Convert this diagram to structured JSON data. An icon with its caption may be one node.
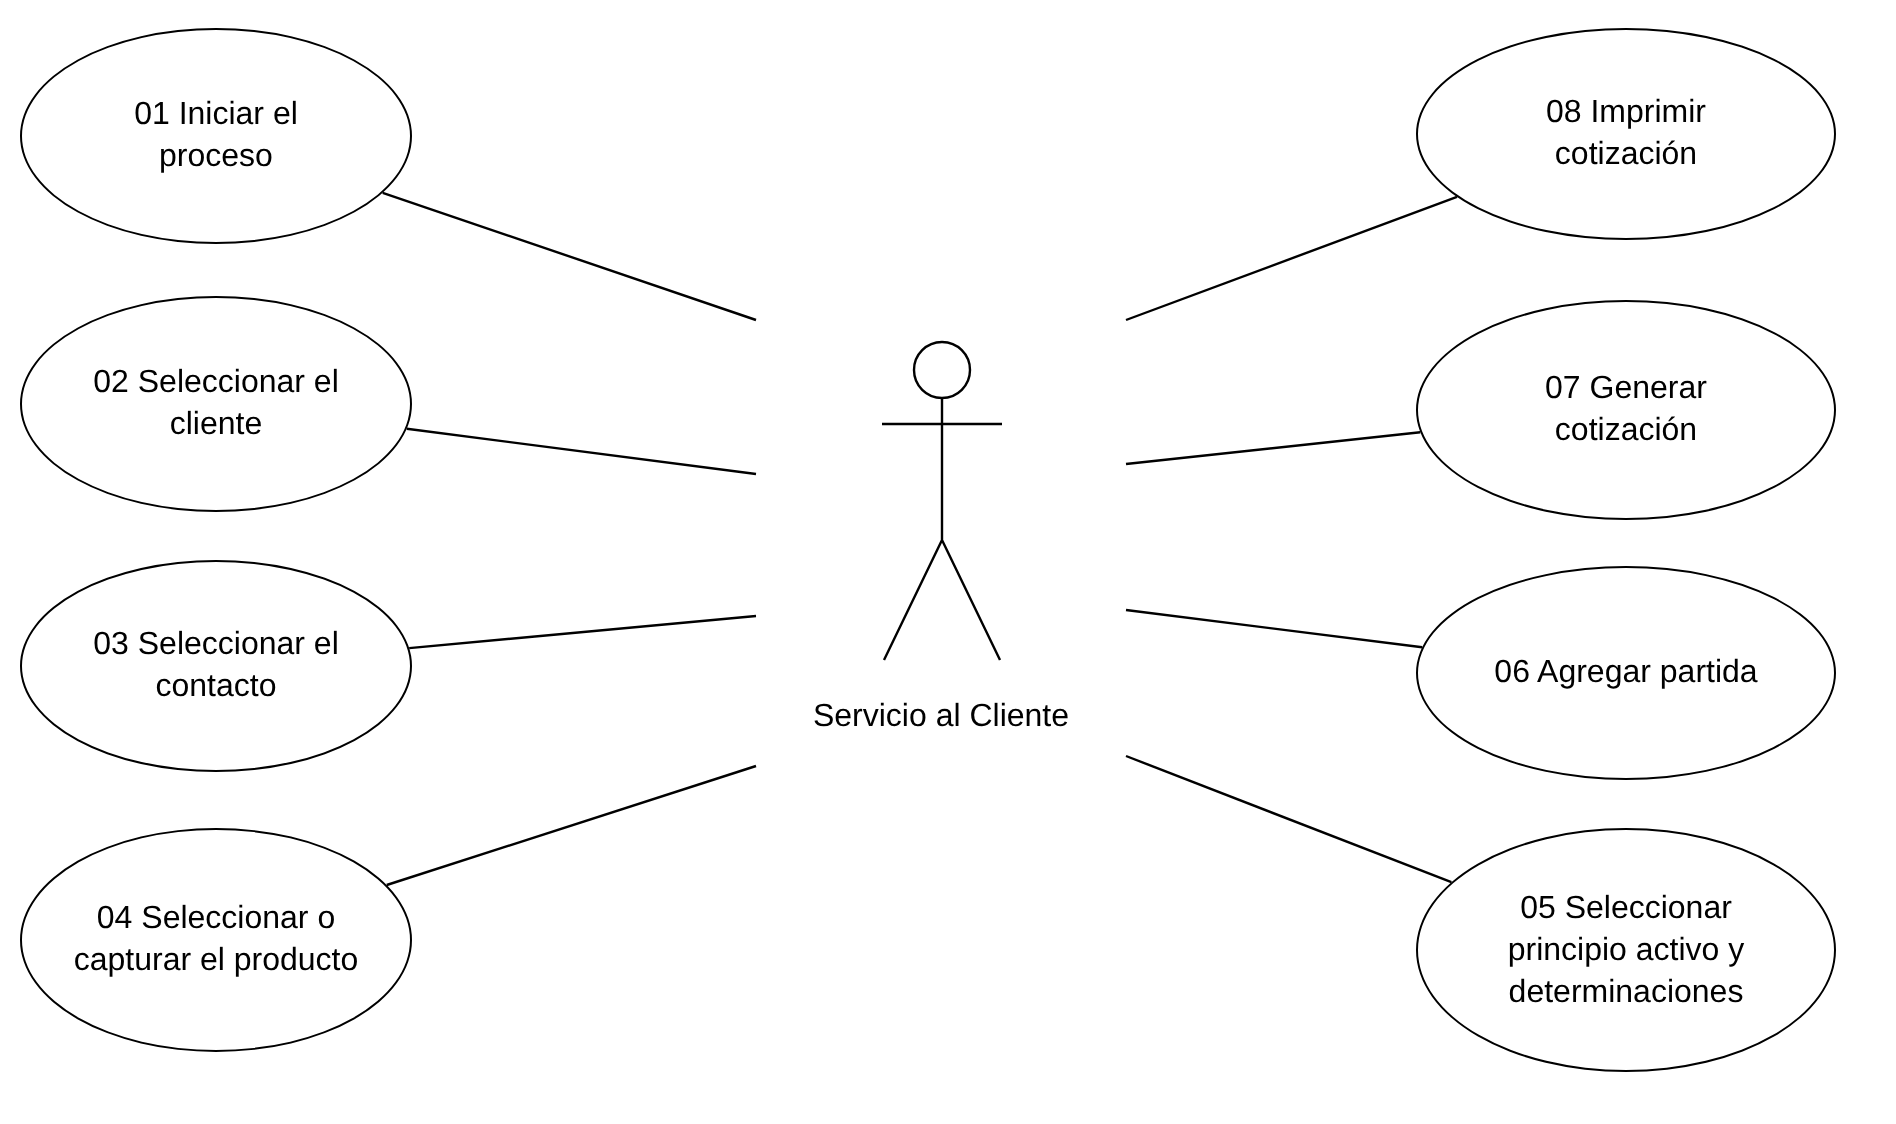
{
  "diagram": {
    "nodes": [
      {
        "text": [
          "01 Iniciar el proceso"
        ]
      },
      {
        "text": [
          "02 Seleccionar el cliente"
        ]
      },
      {
        "text": [
          "03 Seleccionar el contacto"
        ]
      },
      {
        "text": [
          "04 Seleccionar o capturar el producto"
        ]
      },
      {
        "text": [
          "Servicio al Cliente"
        ]
      },
      {
        "text": [
          "08 Imprimir cotización"
        ]
      },
      {
        "text": [
          "07 Generar cotización"
        ]
      },
      {
        "text": [
          "06 Agregar partida"
        ]
      },
      {
        "text": [
          "05 Seleccionar principio activo y determinaciones"
        ]
      }
    ],
    "edges": [
      {
        "from": 0,
        "to": 4,
        "arrow": "none"
      },
      {
        "from": 1,
        "to": 4,
        "arrow": "none"
      },
      {
        "from": 2,
        "to": 4,
        "arrow": "none"
      },
      {
        "from": 3,
        "to": 4,
        "arrow": "none"
      },
      {
        "from": 5,
        "to": 4,
        "arrow": "none"
      },
      {
        "from": 6,
        "to": 4,
        "arrow": "none"
      },
      {
        "from": 7,
        "to": 4,
        "arrow": "none"
      },
      {
        "from": 8,
        "to": 4,
        "arrow": "none"
      }
    ]
  }
}
